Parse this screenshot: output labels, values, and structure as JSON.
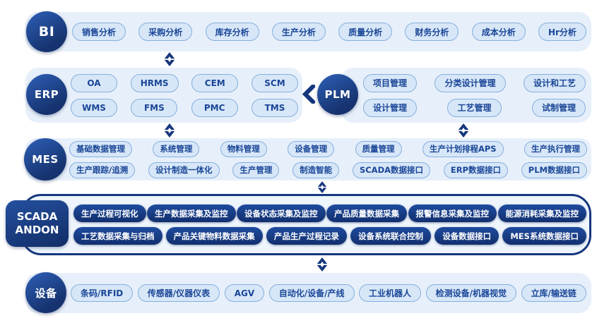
{
  "diagram": {
    "layers": {
      "bi": {
        "label": "BI",
        "rows": [
          [
            "销售分析",
            "采购分析",
            "库存分析",
            "生产分析",
            "质量分析",
            "财务分析",
            "成本分析",
            "Hr分析"
          ]
        ]
      },
      "erp": {
        "label": "ERP",
        "rows": [
          [
            "OA",
            "HRMS",
            "CEM",
            "SCM"
          ],
          [
            "WMS",
            "FMS",
            "PMC",
            "TMS"
          ]
        ]
      },
      "plm": {
        "label": "PLM",
        "rows": [
          [
            "项目管理",
            "分类设计管理",
            "设计和工艺"
          ],
          [
            "设计管理",
            "工艺管理",
            "试制管理"
          ]
        ]
      },
      "mes": {
        "label": "MES",
        "rows": [
          [
            "基础数据管理",
            "系统管理",
            "物料管理",
            "设备管理",
            "质量管理",
            "生产计划排程APS",
            "生产执行管理"
          ],
          [
            "生产跟踪/追溯",
            "设计制造一体化",
            "生产管理",
            "制造智能",
            "SCADA数据接口",
            "ERP数据接口",
            "PLM数据接口"
          ]
        ]
      },
      "scada": {
        "label_line1": "SCADA",
        "label_line2": "ANDON",
        "rows": [
          [
            "生产过程可视化",
            "生产数据采集及监控",
            "设备状态采集及监控",
            "产品质量数据采集",
            "报警信息采集及监控",
            "能源消耗采集及监控"
          ],
          [
            "工艺数据采集与归档",
            "产品关键物料数据采集",
            "产品生产过程记录",
            "设备系统联合控制",
            "设备数据接口",
            "MES系统数据接口"
          ]
        ]
      },
      "device": {
        "label": "设备",
        "rows": [
          [
            "条码/RFID",
            "传感器/仪器仪表",
            "AGV",
            "自动化/设备/产线",
            "工业机器人",
            "检测设备/机器视觉",
            "立库/输送链"
          ]
        ]
      }
    },
    "icons": {
      "updown_arrow": "⇕",
      "left_chevron": "❮"
    },
    "colors": {
      "navy": "#16377e",
      "light_band": "#e7f0fa",
      "pill_bg": "#d7e7f8",
      "pill_border": "#86aedd",
      "pill_text": "#1a4697"
    }
  }
}
